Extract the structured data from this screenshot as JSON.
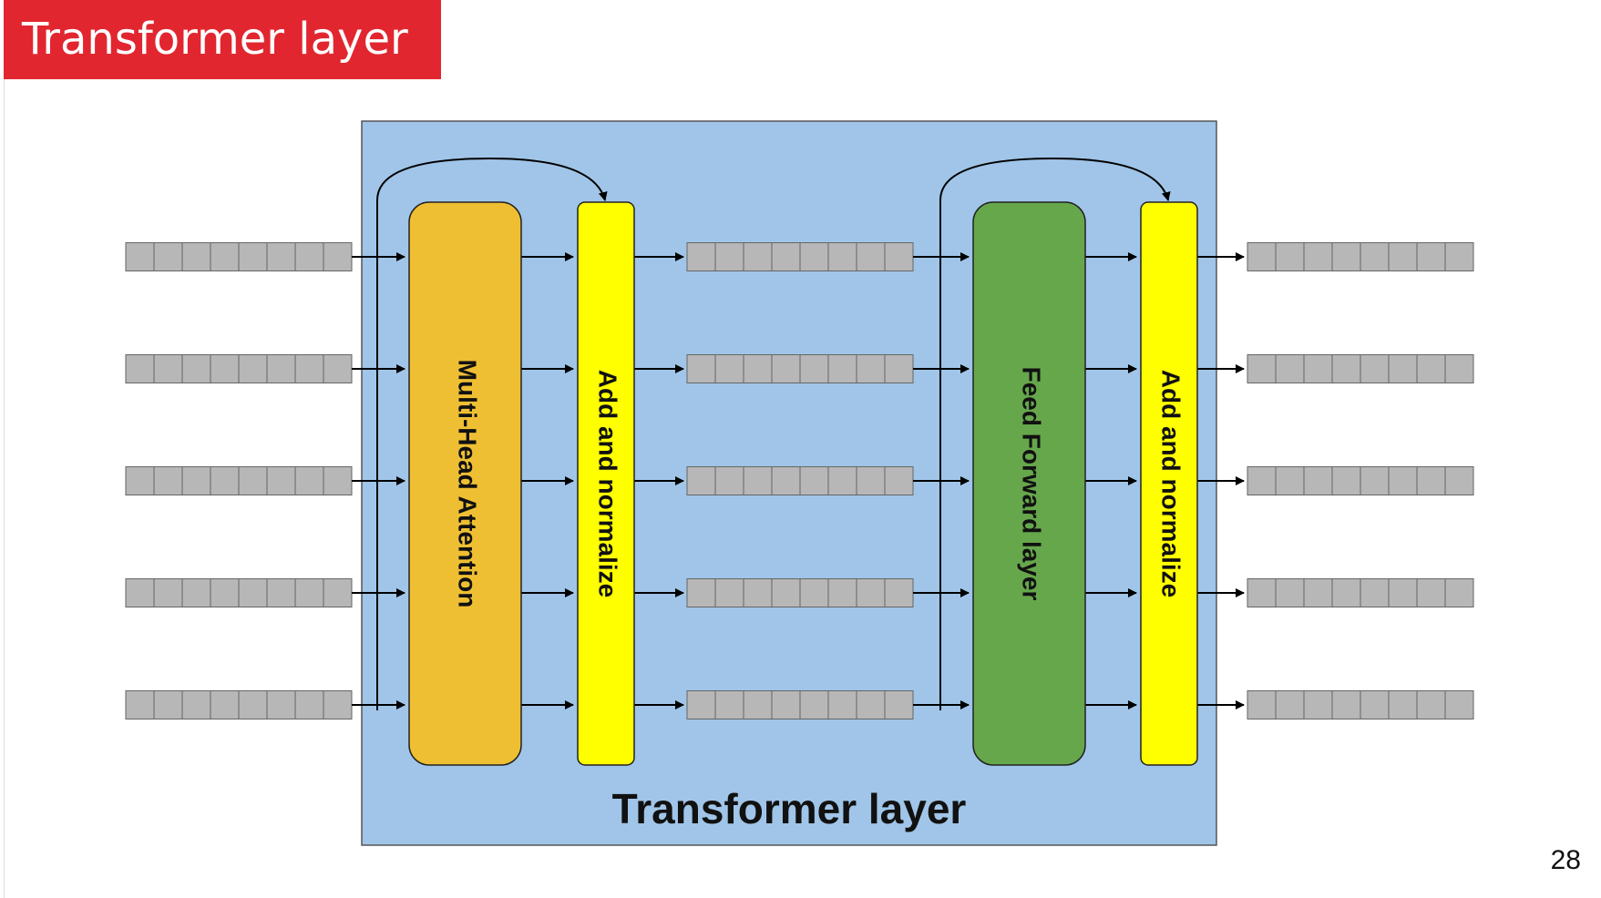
{
  "slide": {
    "title": "Transformer layer",
    "page_number": "28"
  },
  "diagram": {
    "caption": "Transformer layer",
    "blocks": {
      "attention": "Multi-Head Attention",
      "add_norm_1": "Add and normalize",
      "feed_forward": "Feed Forward layer",
      "add_norm_2": "Add and normalize"
    },
    "token_rows": 5,
    "cells_per_vector": 8,
    "colors": {
      "title_bar": "#e2262f",
      "layer_background": "#a0c5e8",
      "attention": "#efbf33",
      "add_norm": "#ffff00",
      "feed_forward": "#66a74c",
      "vector_cell": "#b7b7b7"
    }
  }
}
